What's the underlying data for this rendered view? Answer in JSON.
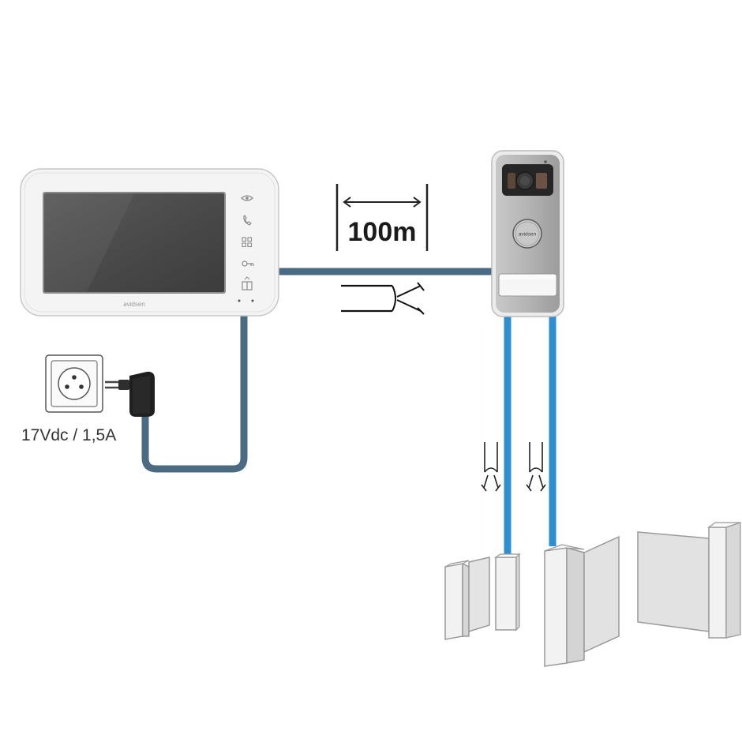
{
  "monitor": {
    "brand": "avidsen",
    "icons": [
      "eye-icon",
      "phone-icon",
      "intercom-icon",
      "key-icon",
      "door-icon"
    ]
  },
  "doorbell": {
    "brand": "avidsen"
  },
  "cable": {
    "distance_label": "100m"
  },
  "power": {
    "label": "17Vdc / 1,5A"
  },
  "colors": {
    "monitor_cable": "#4a6b82",
    "gate_cable": "#2d8fd0",
    "monitor_body": "#f4f4f4",
    "screen": "#4a4a4a",
    "doorbell_face": "#b0b0b0",
    "gate": "#e6e6e6",
    "outline": "#9a9a9a"
  }
}
